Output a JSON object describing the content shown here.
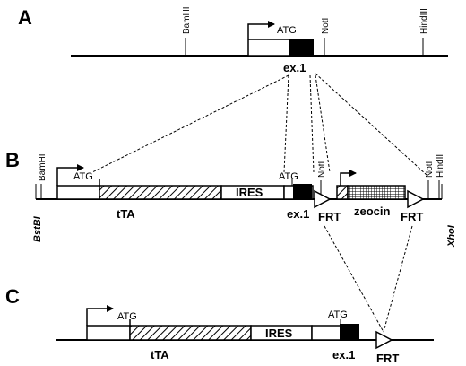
{
  "panels": {
    "a": {
      "letter": "A",
      "sites": [
        "BamHI",
        "NotI",
        "HindIII"
      ],
      "atg": "ATG",
      "exon": "ex.1"
    },
    "b": {
      "letter": "B",
      "sites": [
        "BamHI",
        "NotI",
        "NotI",
        "HindIII"
      ],
      "atg_left": "ATG",
      "atg_right": "ATG",
      "end_left": "BstBI",
      "end_right": "XhoI",
      "ires": "IRES",
      "tta": "tTA",
      "exon": "ex.1",
      "zeocin": "zeocin",
      "frt_left": "FRT",
      "frt_right": "FRT"
    },
    "c": {
      "letter": "C",
      "atg_left": "ATG",
      "atg_right": "ATG",
      "ires": "IRES",
      "tta": "tTA",
      "exon": "ex.1",
      "frt": "FRT"
    }
  }
}
